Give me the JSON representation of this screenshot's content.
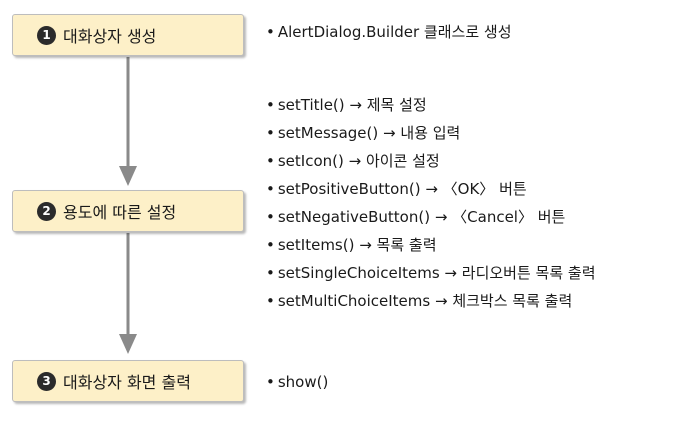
{
  "steps": [
    {
      "number": "1",
      "label": "대화상자 생성"
    },
    {
      "number": "2",
      "label": "용도에 따른 설정"
    },
    {
      "number": "3",
      "label": "대화상자 화면 출력"
    }
  ],
  "methods": {
    "create": [
      "AlertDialog.Builder 클래스로 생성"
    ],
    "configure": [
      "setTitle() → 제목 설정",
      "setMessage() → 내용 입력",
      "setIcon() → 아이콘 설정",
      "setPositiveButton() → 〈OK〉 버튼",
      "setNegativeButton() → 〈Cancel〉 버튼",
      "setItems() → 목록 출력",
      "setSingleChoiceItems → 라디오버튼 목록 출력",
      "setMultiChoiceItems → 체크박스 목록 출력"
    ],
    "show": [
      "show()"
    ]
  },
  "colors": {
    "box_fill": "#fdf0c8",
    "box_border": "#bdbdbd",
    "arrow": "#8a8a8a",
    "number_badge": "#2b2b2b"
  }
}
